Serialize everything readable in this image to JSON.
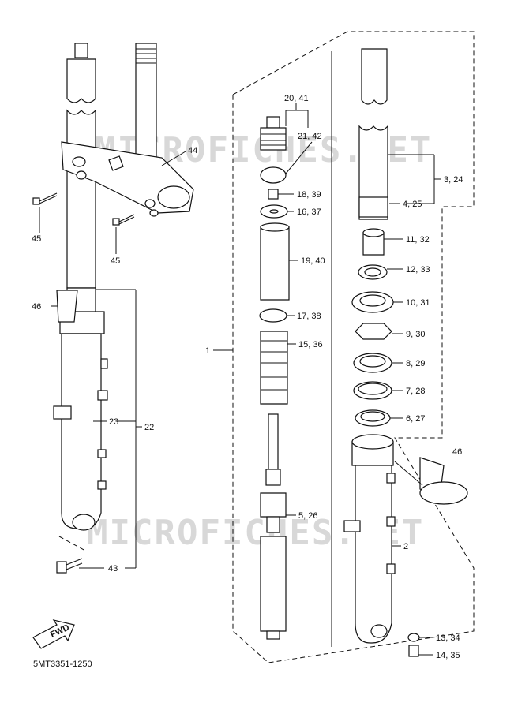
{
  "watermark": "MICROFICHES.NET",
  "fwd_label": "FWD",
  "diagram_code": "5MT3351-1250",
  "labels": {
    "l44": "44",
    "l45a": "45",
    "l45b": "45",
    "l46a": "46",
    "l23": "23",
    "l22": "22",
    "l43": "43",
    "l1": "1",
    "l20_41": "20, 41",
    "l21_42": "21, 42",
    "l18_39": "18, 39",
    "l16_37": "16, 37",
    "l19_40": "19, 40",
    "l17_38": "17, 38",
    "l15_36": "15, 36",
    "l5_26": "5, 26",
    "l3_24": "3, 24",
    "l4_25": "4, 25",
    "l11_32": "11, 32",
    "l12_33": "12, 33",
    "l10_31": "10, 31",
    "l9_30": "9, 30",
    "l8_29": "8, 29",
    "l7_28": "7, 28",
    "l6_27": "6, 27",
    "l46b": "46",
    "l2": "2",
    "l13_34": "13, 34",
    "l14_35": "14, 35"
  }
}
